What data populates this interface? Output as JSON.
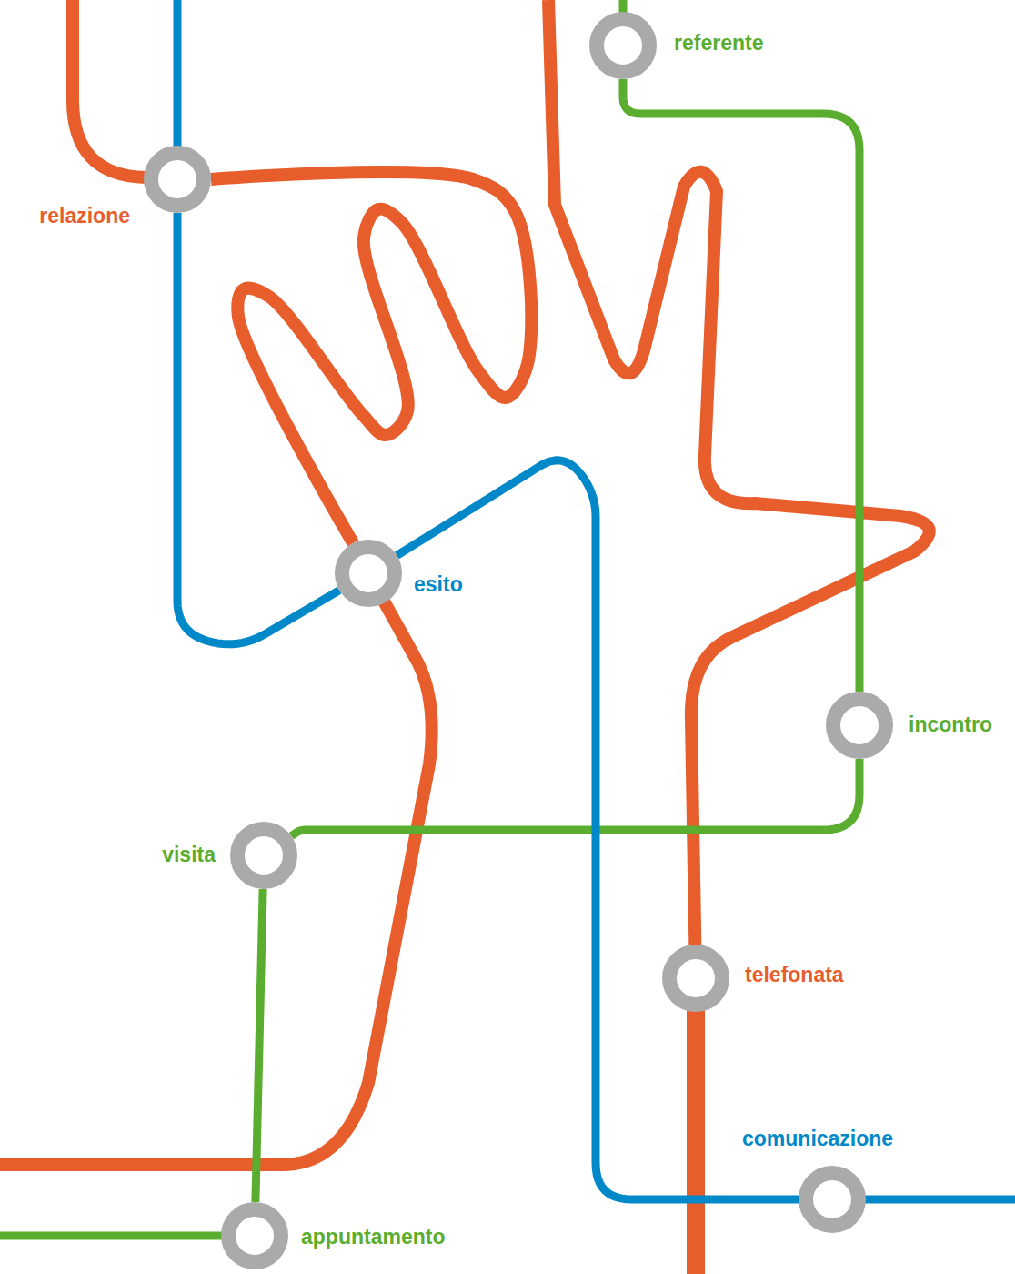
{
  "diagram": {
    "nodes": [
      {
        "text": [
          "referente"
        ]
      },
      {
        "text": [
          "relazione"
        ]
      },
      {
        "text": [
          "esito"
        ]
      },
      {
        "text": [
          "incontro"
        ]
      },
      {
        "text": [
          "visita"
        ]
      },
      {
        "text": [
          "telefonata"
        ]
      },
      {
        "text": [
          "comunicazione"
        ]
      },
      {
        "text": [
          "appuntamento"
        ]
      }
    ],
    "edges": [
      {
        "from": 0,
        "to": 3,
        "arrow": "none"
      },
      {
        "from": 3,
        "to": 4,
        "arrow": "none"
      },
      {
        "from": 4,
        "to": 7,
        "arrow": "none"
      },
      {
        "from": 1,
        "to": 2,
        "arrow": "none"
      },
      {
        "from": 2,
        "to": 6,
        "arrow": "none"
      },
      {
        "from": 1,
        "to": 2,
        "arrow": "none"
      }
    ]
  }
}
